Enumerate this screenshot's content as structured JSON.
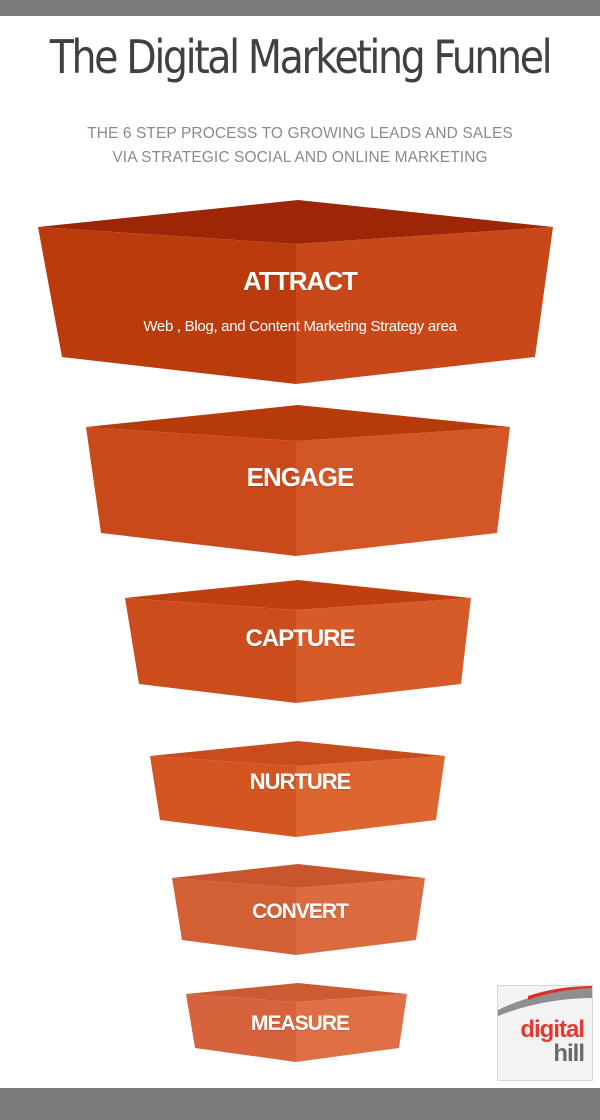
{
  "header": {
    "title": "The Digital Marketing Funnel",
    "subtitle_line1": "THE 6 STEP PROCESS TO GROWING LEADS AND SALES",
    "subtitle_line2": "VIA STRATEGIC SOCIAL AND ONLINE MARKETING"
  },
  "steps": [
    {
      "label": "ATTRACT",
      "description": "Web , Blog, and Content Marketing Strategy area"
    },
    {
      "label": "ENGAGE"
    },
    {
      "label": "CAPTURE"
    },
    {
      "label": "NURTURE"
    },
    {
      "label": "CONVERT"
    },
    {
      "label": "MEASURE"
    }
  ],
  "colors": {
    "step_1": "#c2410e",
    "step_2": "#cf4e19",
    "step_3": "#d35420",
    "step_4": "#d8591f",
    "step_5": "#d8663a",
    "step_6": "#d96a3e"
  },
  "logo": {
    "line1": "digital",
    "line2": "hill"
  }
}
